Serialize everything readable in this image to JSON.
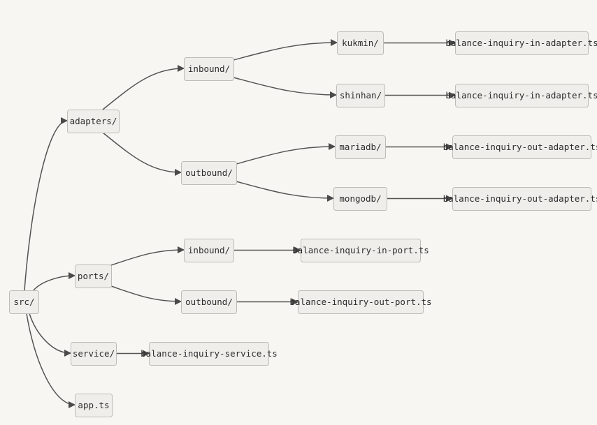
{
  "diagram": {
    "nodes": [
      {
        "id": "src",
        "label": "src/"
      },
      {
        "id": "adapters",
        "label": "adapters/"
      },
      {
        "id": "inbound_a",
        "label": "inbound/"
      },
      {
        "id": "outbound_a",
        "label": "outbound/"
      },
      {
        "id": "kukmin",
        "label": "kukmin/"
      },
      {
        "id": "shinhan",
        "label": "shinhan/"
      },
      {
        "id": "mariadb",
        "label": "mariadb/"
      },
      {
        "id": "mongodb",
        "label": "mongodb/"
      },
      {
        "id": "f_kukmin",
        "label": "balance-inquiry-in-adapter.ts"
      },
      {
        "id": "f_shinhan",
        "label": "balance-inquiry-in-adapter.ts"
      },
      {
        "id": "f_mariadb",
        "label": "balance-inquiry-out-adapter.ts"
      },
      {
        "id": "f_mongodb",
        "label": "balance-inquiry-out-adapter.ts"
      },
      {
        "id": "ports",
        "label": "ports/"
      },
      {
        "id": "inbound_p",
        "label": "inbound/"
      },
      {
        "id": "outbound_p",
        "label": "outbound/"
      },
      {
        "id": "f_inport",
        "label": "balance-inquiry-in-port.ts"
      },
      {
        "id": "f_outport",
        "label": "balance-inquiry-out-port.ts"
      },
      {
        "id": "service",
        "label": "service/"
      },
      {
        "id": "f_service",
        "label": "balance-inquiry-service.ts"
      },
      {
        "id": "app",
        "label": "app.ts"
      }
    ],
    "edges": [
      {
        "from": "src",
        "to": "adapters"
      },
      {
        "from": "src",
        "to": "ports"
      },
      {
        "from": "src",
        "to": "service"
      },
      {
        "from": "src",
        "to": "app"
      },
      {
        "from": "adapters",
        "to": "inbound_a"
      },
      {
        "from": "adapters",
        "to": "outbound_a"
      },
      {
        "from": "inbound_a",
        "to": "kukmin"
      },
      {
        "from": "inbound_a",
        "to": "shinhan"
      },
      {
        "from": "outbound_a",
        "to": "mariadb"
      },
      {
        "from": "outbound_a",
        "to": "mongodb"
      },
      {
        "from": "kukmin",
        "to": "f_kukmin"
      },
      {
        "from": "shinhan",
        "to": "f_shinhan"
      },
      {
        "from": "mariadb",
        "to": "f_mariadb"
      },
      {
        "from": "mongodb",
        "to": "f_mongodb"
      },
      {
        "from": "ports",
        "to": "inbound_p"
      },
      {
        "from": "ports",
        "to": "outbound_p"
      },
      {
        "from": "inbound_p",
        "to": "f_inport"
      },
      {
        "from": "outbound_p",
        "to": "f_outport"
      },
      {
        "from": "service",
        "to": "f_service"
      }
    ]
  }
}
